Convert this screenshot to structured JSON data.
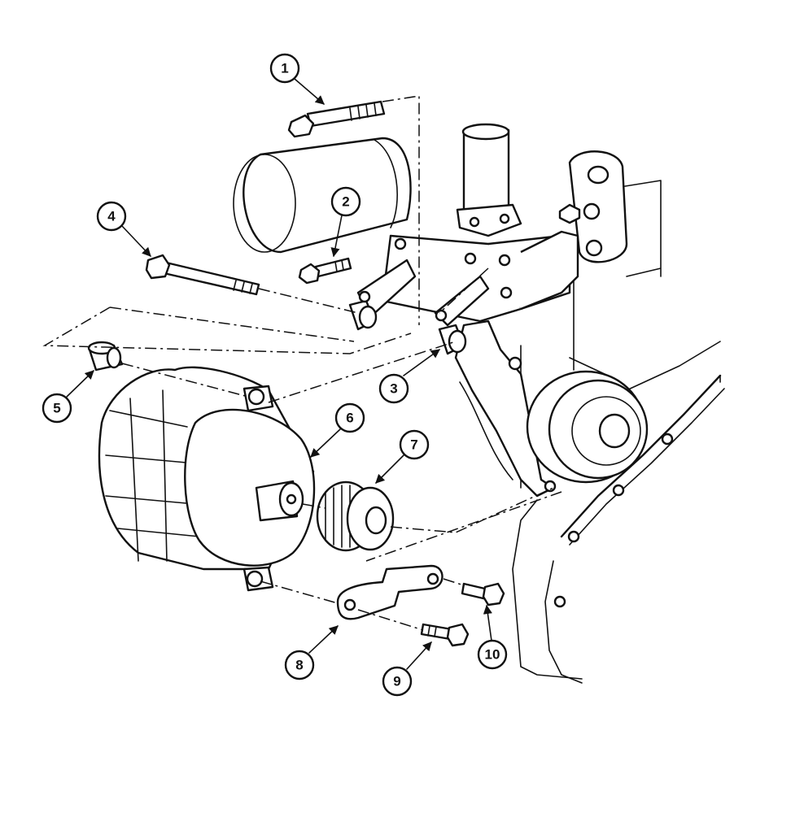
{
  "callouts": [
    {
      "id": "1",
      "label": "1"
    },
    {
      "id": "2",
      "label": "2"
    },
    {
      "id": "3",
      "label": "3"
    },
    {
      "id": "4",
      "label": "4"
    },
    {
      "id": "5",
      "label": "5"
    },
    {
      "id": "6",
      "label": "6"
    },
    {
      "id": "7",
      "label": "7"
    },
    {
      "id": "8",
      "label": "8"
    },
    {
      "id": "9",
      "label": "9"
    },
    {
      "id": "10",
      "label": "10"
    }
  ],
  "colors": {
    "ink": "#111111",
    "paper": "#ffffff"
  }
}
